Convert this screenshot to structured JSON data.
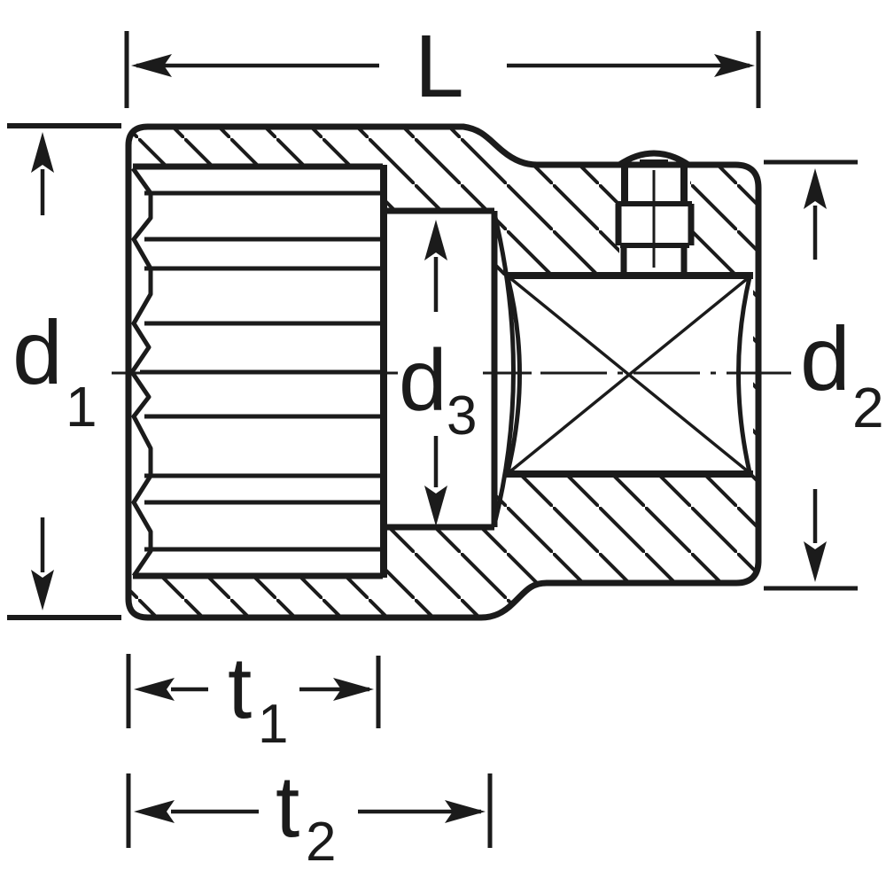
{
  "diagram": {
    "ink": "#1b1b1b",
    "background": "#ffffff",
    "labels": {
      "L": {
        "main": "L"
      },
      "d1": {
        "main": "d",
        "sub": "1"
      },
      "d2": {
        "main": "d",
        "sub": "2"
      },
      "d3": {
        "main": "d",
        "sub": "3"
      },
      "t1": {
        "main": "t",
        "sub": "1"
      },
      "t2": {
        "main": "t",
        "sub": "2"
      }
    }
  }
}
